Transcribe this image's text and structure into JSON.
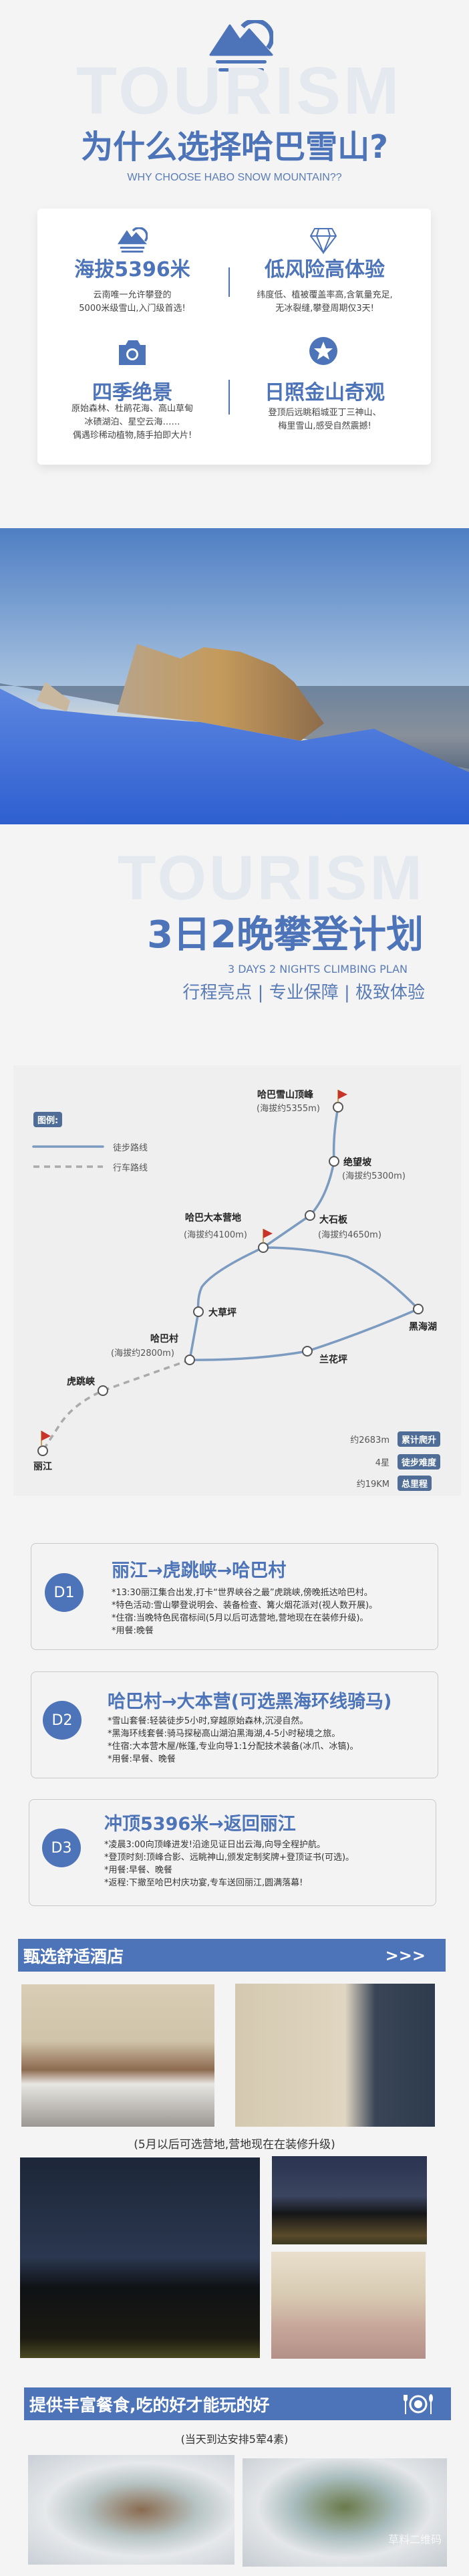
{
  "intro": {
    "watermark": "TOURISM",
    "title": "为什么选择哈巴雪山?",
    "subtitle_en": "WHY CHOOSE HABO SNOW MOUNTAIN??",
    "features": [
      {
        "icon": "mountain-icon",
        "title": "海拔5396米",
        "desc": [
          "云南唯一允许攀登的",
          "5000米级雪山,入门级首选!"
        ]
      },
      {
        "icon": "diamond-icon",
        "title": "低风险高体验",
        "desc": [
          "纬度低、植被覆盖率高,含氧量充足,",
          "无冰裂缝,攀登周期仅3天!"
        ]
      },
      {
        "icon": "camera-icon",
        "title": "四季绝景",
        "desc": [
          "原始森林、杜鹃花海、高山草甸",
          "冰碛湖泊、星空云海……",
          "偶遇珍稀动植物,随手拍即大片!"
        ]
      },
      {
        "icon": "star-icon",
        "title": "日照金山奇观",
        "desc": [
          "登顶后远眺稻城亚丁三神山、",
          "梅里雪山,感受自然震撼!"
        ]
      }
    ]
  },
  "plan": {
    "watermark": "TOURISM",
    "title": "3日2晚攀登计划",
    "subtitle_en": "3 DAYS 2 NIGHTS CLIMBING PLAN",
    "tagline": "行程亮点 | 专业保障 | 极致体验"
  },
  "map": {
    "legend_title": "图例:",
    "legend_hike": "徒步路线",
    "legend_drive": "行车路线",
    "points": {
      "summit": {
        "name": "哈巴雪山顶峰",
        "alt": "(海拔约5355m)"
      },
      "despair": {
        "name": "绝望坡",
        "alt": "(海拔约5300m)"
      },
      "slab": {
        "name": "大石板",
        "alt": "(海拔约4650m)"
      },
      "base": {
        "name": "哈巴大本营地",
        "alt": "(海拔约4100m)"
      },
      "meadow": {
        "name": "大草坪"
      },
      "village": {
        "name": "哈巴村",
        "alt": "(海拔约2800m)"
      },
      "orchid": {
        "name": "兰花坪"
      },
      "lake": {
        "name": "黑海湖"
      },
      "gorge": {
        "name": "虎跳峡"
      },
      "lijiang": {
        "name": "丽江"
      }
    },
    "stats": [
      {
        "value": "约2683m",
        "label": "累计爬升"
      },
      {
        "value": "4星",
        "label": "徒步难度"
      },
      {
        "value": "约19KM",
        "label": "总里程"
      }
    ]
  },
  "days": [
    {
      "badge": "D1",
      "title": "丽江→虎跳峡→哈巴村",
      "lines": [
        "*13:30丽江集合出发,打卡“世界峡谷之最”虎跳峡,傍晚抵达哈巴村。",
        "*特色活动:雪山攀登说明会、装备检查、篝火烟花派对(视人数开展)。",
        "*住宿:当晚特色民宿标间(5月以后可选营地,营地现在在装修升级)。",
        "*用餐:晚餐"
      ]
    },
    {
      "badge": "D2",
      "title": "哈巴村→大本营(可选黑海环线骑马)",
      "lines": [
        "*雪山套餐:轻装徒步5小时,穿越原始森林,沉浸自然。",
        "*黑海环线套餐:骑马探秘高山湖泊黑海湖,4-5小时秘境之旅。",
        "*住宿:大本营木屋/帐篷,专业向导1:1分配技术装备(冰爪、冰镐)。",
        "*用餐:早餐、晚餐"
      ]
    },
    {
      "badge": "D3",
      "title": "冲顶5396米→返回丽江",
      "lines": [
        "*凌晨3:00向顶峰进发!沿途见证日出云海,向导全程护航。",
        "*登顶时刻:顶峰合影、远眺神山,颁发定制奖牌+登顶证书(可选)。",
        "*用餐:早餐、晚餐",
        "*返程:下撤至哈巴村庆功宴,专车送回丽江,圆满落幕!"
      ]
    }
  ],
  "hotel": {
    "title": "甄选舒适酒店",
    "arrows": ">>>",
    "caption": "(5月以后可选营地,营地现在在装修升级)"
  },
  "food": {
    "title": "提供丰富餐食,吃的好才能玩的好",
    "caption": "(当天到达安排5荤4素)",
    "photo_watermark": "草料二维码"
  },
  "colors": {
    "accent": "#4d74b8",
    "flag": "#c8342a",
    "route": "#7c9bc0",
    "badge": "#4f6d97"
  }
}
